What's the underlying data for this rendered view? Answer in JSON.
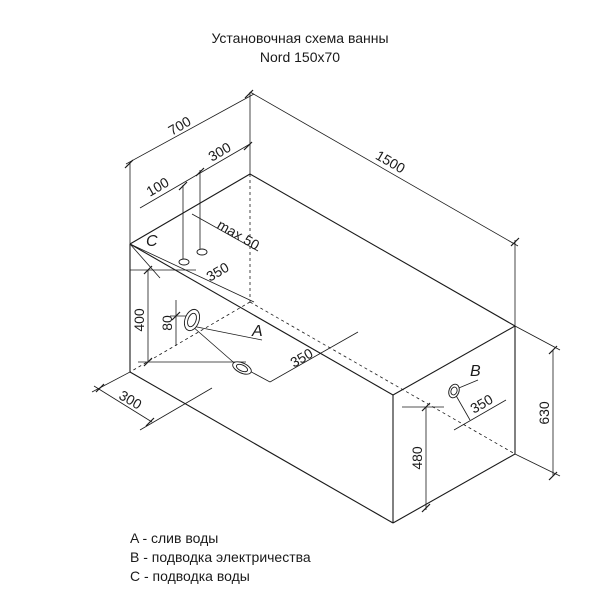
{
  "title": {
    "line1": "Установочная схема ванны",
    "line2": "Nord 150x70"
  },
  "dimensions": {
    "width_700": "700",
    "length_1500": "1500",
    "c_offset_300": "300",
    "c_offset_100": "100",
    "max_50": "max 50",
    "c_350": "350",
    "height_400": "400",
    "hole_80": "80",
    "drain_350": "350",
    "depth_300": "300",
    "height_630": "630",
    "b_height_480": "480",
    "b_350": "350"
  },
  "labels": {
    "a": "A",
    "b": "B",
    "c": "C"
  },
  "legend": [
    "A - слив воды",
    "B - подводка электричества",
    "C - подводка воды"
  ]
}
